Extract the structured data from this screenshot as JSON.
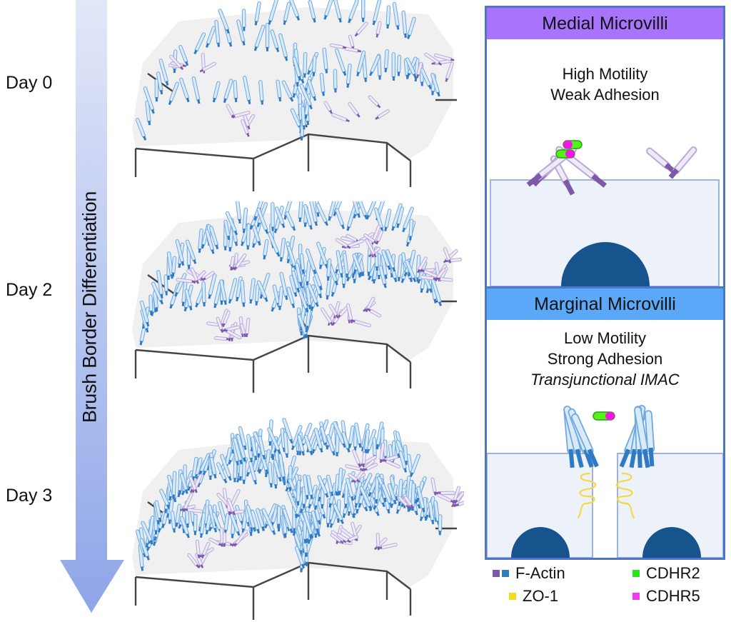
{
  "left_axis": {
    "arrow_label": "Brush Border Differentiation",
    "arrow_gradient": {
      "top": "#e3e8f8",
      "bottom": "#8ea5e8"
    },
    "days": [
      {
        "label": "Day 0"
      },
      {
        "label": "Day 2"
      },
      {
        "label": "Day 3"
      }
    ]
  },
  "cell_sheets": [
    {
      "stage": "Day 0",
      "marginal_density": "sparse",
      "medial_density": "sparse"
    },
    {
      "stage": "Day 2",
      "marginal_density": "medium",
      "medial_density": "medium"
    },
    {
      "stage": "Day 3",
      "marginal_density": "dense",
      "medial_density": "clustered"
    }
  ],
  "panels": {
    "medial": {
      "title": "Medial Microvilli",
      "lines": [
        "High Motility",
        "Weak Adhesion"
      ],
      "header_color": "#a774fb"
    },
    "marginal": {
      "title": "Marginal Microvilli",
      "lines": [
        "Low Motility",
        "Strong Adhesion"
      ],
      "italic_line": "Transjunctional IMAC",
      "header_color": "#5aa8f7"
    }
  },
  "colors": {
    "panel_border": "#4f76c6",
    "cell_fill": "#edf2fa",
    "cell_outline": "#9fb3d8",
    "nucleus": "#17538c",
    "medial_villus_fill": "#efeaf8",
    "medial_villus_stroke": "#b8a9d8",
    "medial_actin": "#7b58a8",
    "marginal_villus_fill": "#d9ebfb",
    "marginal_villus_stroke": "#6fa8e0",
    "marginal_actin": "#2f7ac4",
    "cdhr2": "#55f21a",
    "cdhr5": "#f514e8",
    "zo1": "#f5d84a",
    "sheet_fill": "#f0f0f0",
    "sheet_edge": "#444444"
  },
  "legend": [
    {
      "label": "F-Actin",
      "swatches": [
        "#7b58a8",
        "#2f7ac4"
      ]
    },
    {
      "label": "CDHR2",
      "swatches": [
        "#29e51b"
      ]
    },
    {
      "label": "ZO-1",
      "swatches": [
        "#f5db1c"
      ]
    },
    {
      "label": "CDHR5",
      "swatches": [
        "#f23cf0"
      ]
    }
  ]
}
